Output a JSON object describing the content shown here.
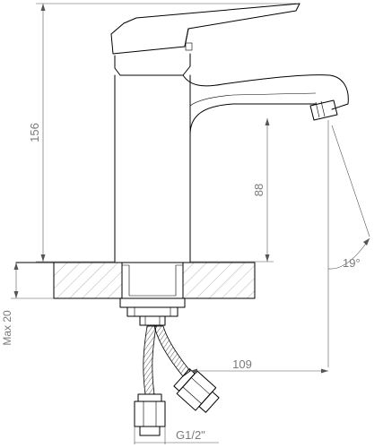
{
  "dimensions": {
    "overall_height": "156",
    "spout_height": "88",
    "spout_reach": "109",
    "spray_angle": "19°",
    "max_thickness": "Max 20",
    "connection": "G1/2\""
  }
}
